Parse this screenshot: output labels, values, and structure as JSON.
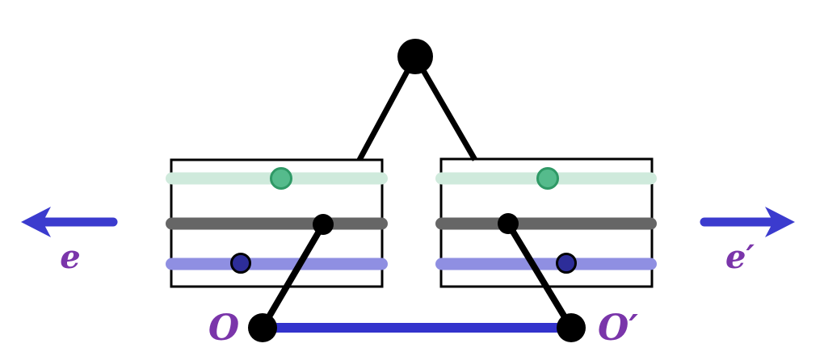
{
  "labels": {
    "left_arrow": "e",
    "right_arrow": "e′",
    "origin_left": "O",
    "origin_right": "O′"
  },
  "colors": {
    "background": "#ffffff",
    "line_black": "#000000",
    "stripe_mint": "#cfeadc",
    "stripe_gray": "#666666",
    "stripe_lavender": "#8f8fe2",
    "dot_green_fill": "#55bb8c",
    "dot_green_stroke": "#2f9966",
    "dot_navy_fill": "#2d2d99",
    "dot_navy_stroke": "#000000",
    "segment_blue": "#3333cc",
    "arrow_blue": "#3b3bce",
    "label_purple": "#7a35aa"
  }
}
